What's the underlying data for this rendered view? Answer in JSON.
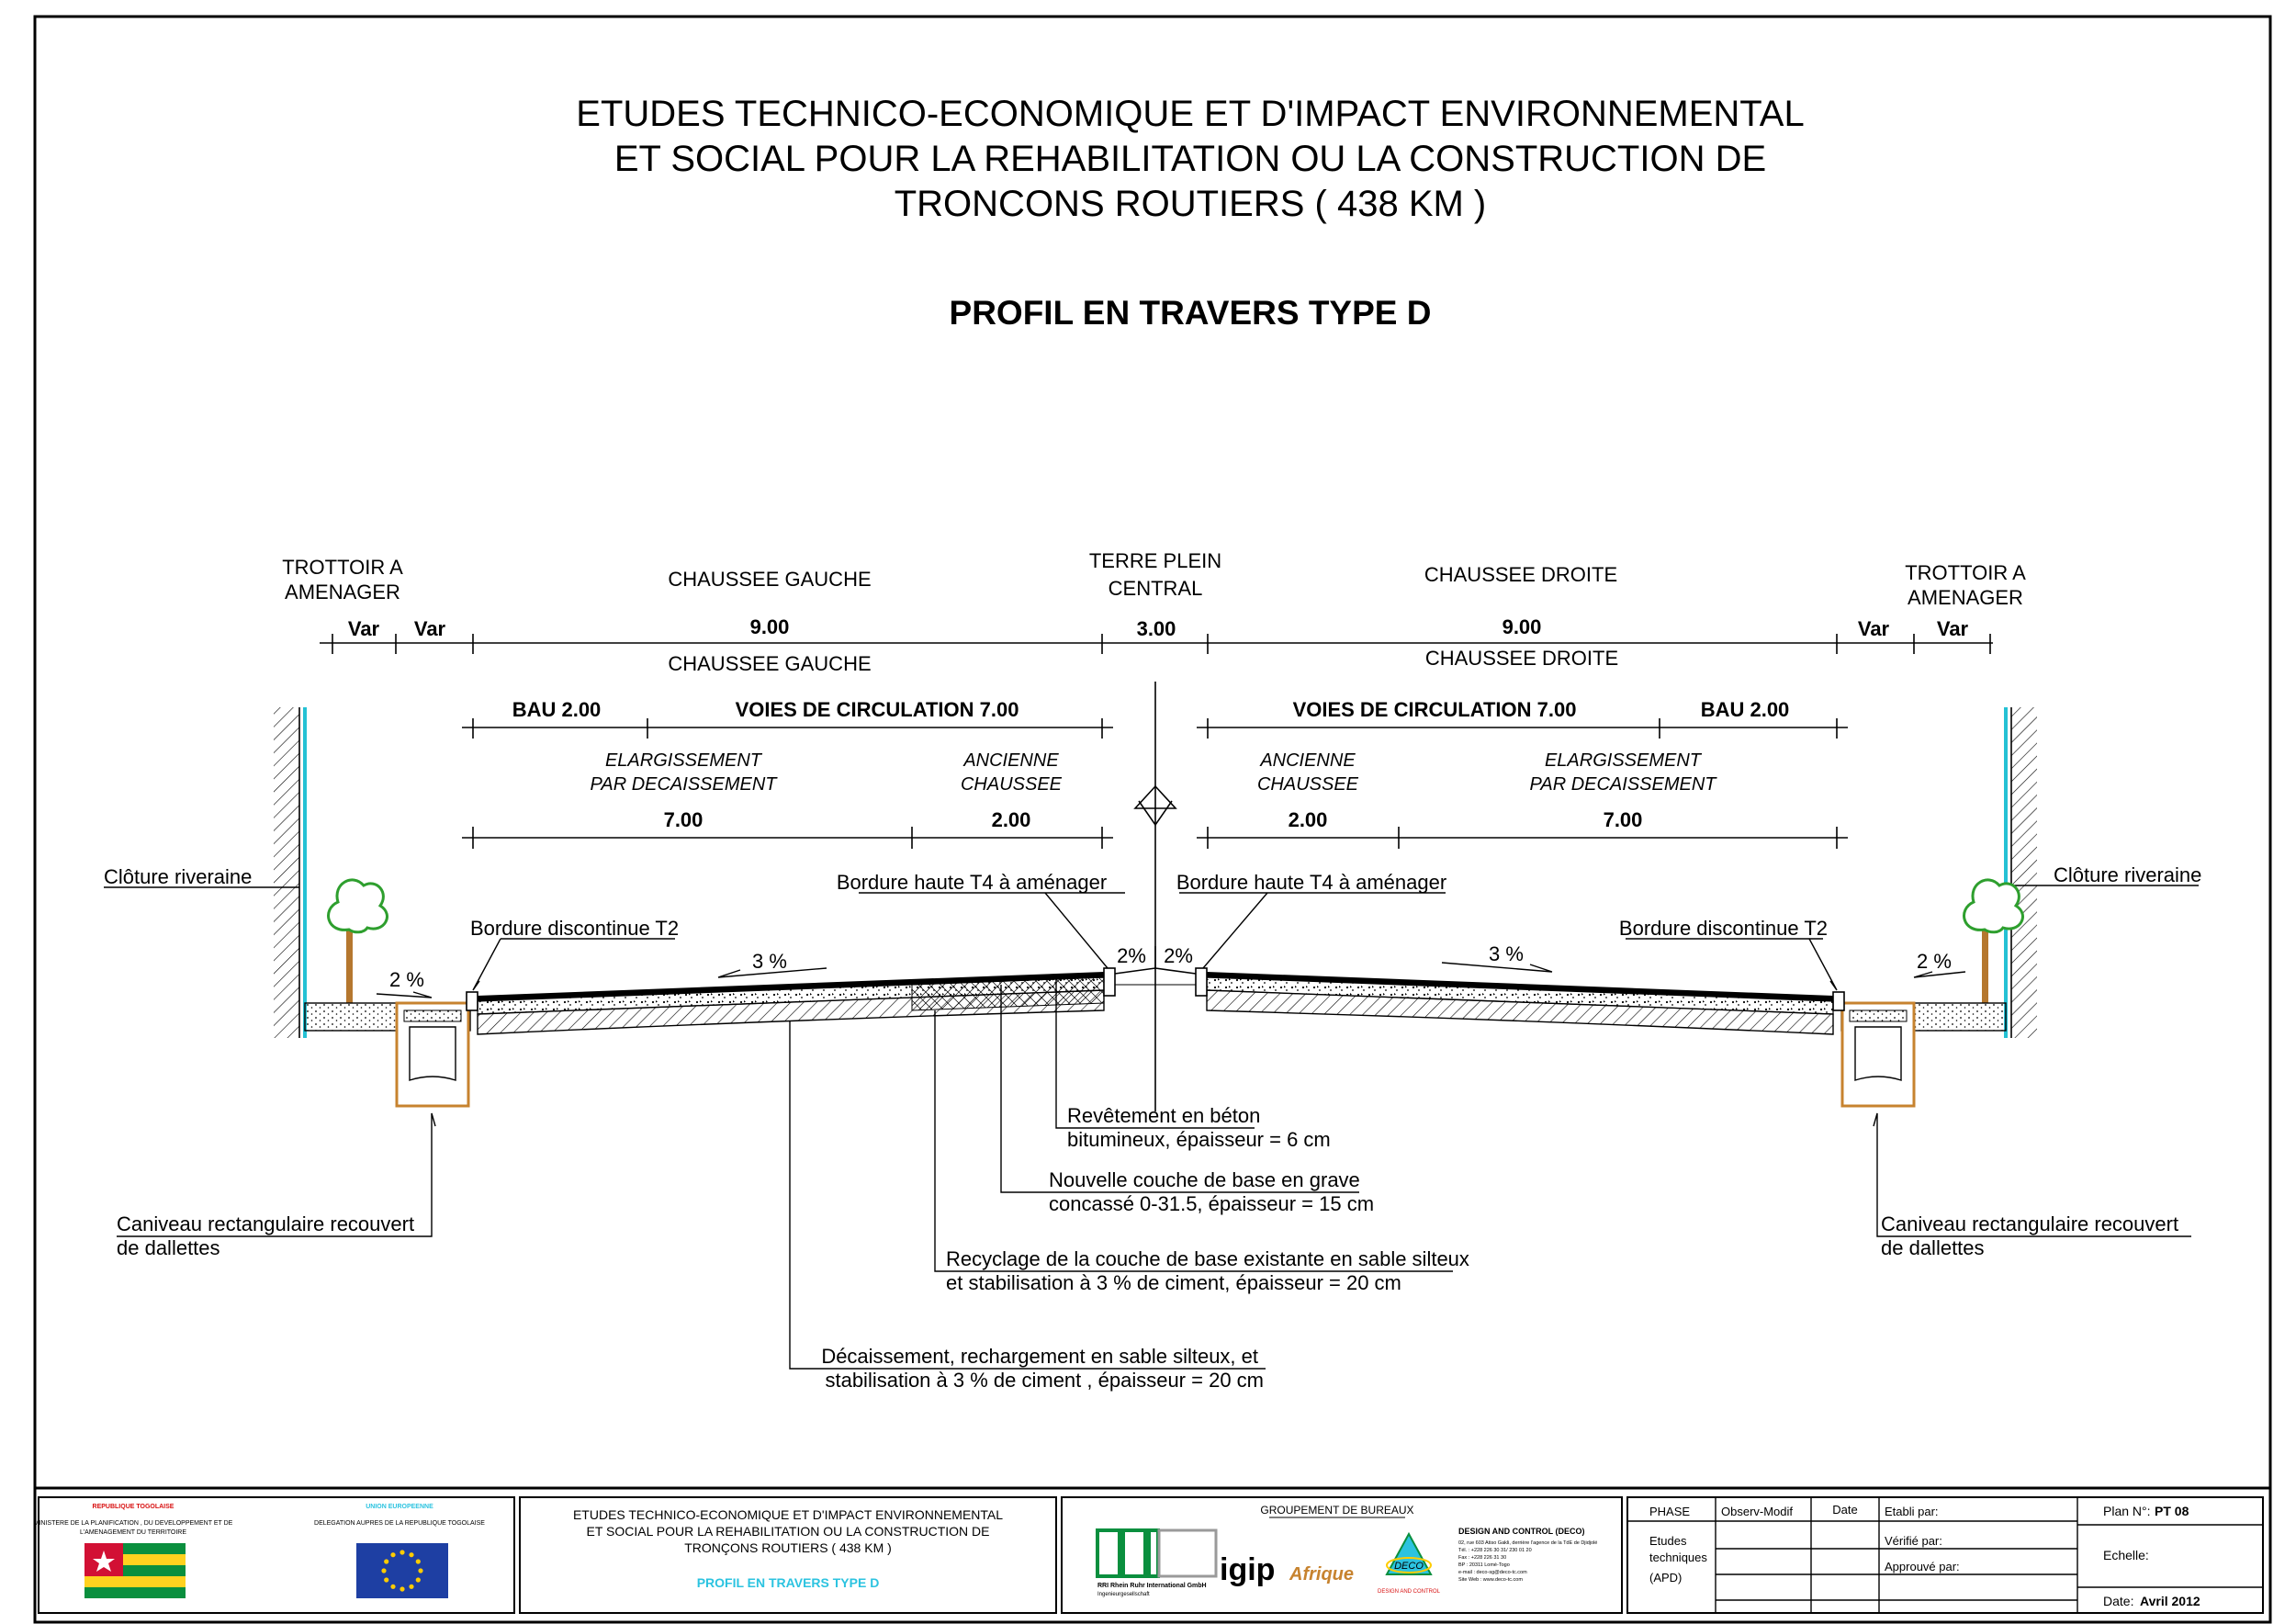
{
  "header": {
    "line1": "ETUDES TECHNICO-ECONOMIQUE ET D'IMPACT ENVIRONNEMENTAL",
    "line2": "ET SOCIAL POUR LA REHABILITATION OU LA CONSTRUCTION DE",
    "line3": "TRONCONS ROUTIERS ( 438 KM )",
    "subtitle": "PROFIL EN TRAVERS TYPE D"
  },
  "zones": {
    "trottoir_left": [
      "TROTTOIR A",
      "AMENAGER"
    ],
    "trottoir_right": [
      "TROTTOIR A",
      "AMENAGER"
    ],
    "chaussee_gauche": "CHAUSSEE GAUCHE",
    "chaussee_droite": "CHAUSSEE DROITE",
    "terre_plein": [
      "TERRE PLEIN",
      "CENTRAL"
    ]
  },
  "dimensions": {
    "var": "Var",
    "left_width": "9.00",
    "central_width": "3.00",
    "right_width": "9.00",
    "bau": "BAU 2.00",
    "voies": "VOIES DE CIRCULATION 7.00",
    "elargissement": [
      "ELARGISSEMENT",
      "PAR DECAISSEMENT"
    ],
    "ancienne": [
      "ANCIENNE",
      "CHAUSSEE"
    ],
    "width_7": "7.00",
    "width_2": "2.00"
  },
  "annotations": {
    "cloture": "Clôture riveraine",
    "bordure_haute": "Bordure haute T4 à aménager",
    "bordure_discontinue": "Bordure discontinue T2",
    "slope_3": "3 %",
    "slope_2": "2%",
    "slope_2sp": "2 %",
    "caniveau": [
      "Caniveau rectangulaire recouvert",
      "de dallettes"
    ],
    "revetement": [
      "Revêtement en béton",
      "bitumineux, épaisseur = 6 cm"
    ],
    "nouvelle_couche": [
      "Nouvelle couche de base en grave",
      "concassé 0-31.5, épaisseur = 15 cm"
    ],
    "recyclage": [
      "Recyclage de la couche de base existante en sable silteux",
      "et stabilisation à 3 % de ciment, épaisseur = 20 cm"
    ],
    "decaissement": [
      "Décaissement, rechargement en sable silteux, et",
      "stabilisation à 3 % de ciment , épaisseur = 20 cm"
    ]
  },
  "title_block": {
    "rep_togolaise": "REPUBLIQUE TOGOLAISE",
    "ministere": [
      "MINISTERE DE LA PLANIFICATION , DU DEVELOPPEMENT ET DE",
      "L'AMENAGEMENT DU TERRITOIRE"
    ],
    "union_europeenne": "UNION EUROPEENNE",
    "delegation": "DELEGATION AUPRES DE LA REPUBLIQUE TOGOLAISE",
    "study": [
      "ETUDES TECHNICO-ECONOMIQUE ET D'IMPACT ENVIRONNEMENTAL",
      "ET SOCIAL POUR LA REHABILITATION OU LA CONSTRUCTION DE",
      "TRONÇONS ROUTIERS ( 438 KM )"
    ],
    "profil": "PROFIL EN TRAVERS TYPE D",
    "groupement": "GROUPEMENT DE BUREAUX",
    "rri_caption": "RRI Rhein Ruhr International GmbH",
    "rri_sub": "Ingenieurgesellschaft",
    "igip": "igip",
    "afrique": "Afrique",
    "deco_logo": "DECO",
    "deco_caption": "DESIGN AND CONTROL",
    "deco_name": "DESIGN AND CONTROL (DECO)",
    "deco_address": [
      "02, rue 603 Atiso Gakli, derrière l'agence de la TdE de Djidjolé",
      "Tél. : +228 226 30 31/ 230 01 20",
      "Fax : +228 226 31 30",
      "BP : 20311 Lomé-Togo",
      "e-mail : deco-sg@deco-tc.com",
      "Site Web : www.deco-tc.com"
    ],
    "phase_label": "PHASE",
    "phase_value": [
      "Etudes",
      "techniques",
      "(APD)"
    ],
    "observ_modif": "Observ-Modif",
    "date_label": "Date",
    "etabli": "Etabli par:",
    "verifie": "Vérifié par:",
    "approuve": "Approuvé par:",
    "plan_label": "Plan N°:",
    "plan_value": "PT 08",
    "echelle": "Echelle:",
    "date_label2": "Date:",
    "date_value": "Avril 2012"
  },
  "colors": {
    "ink": "#000000",
    "cyan": "#24c1d4",
    "tan": "#c7832f",
    "tree_green": "#2e9f2e",
    "trunk": "#b5772e",
    "togo_green": "#0a8f3e",
    "togo_yellow": "#ffd21f",
    "togo_red": "#d21034",
    "eu_blue": "#1e3fa3",
    "eu_star": "#ffcc00",
    "title_red": "#d81010",
    "title_cyan": "#2cc3e0"
  }
}
